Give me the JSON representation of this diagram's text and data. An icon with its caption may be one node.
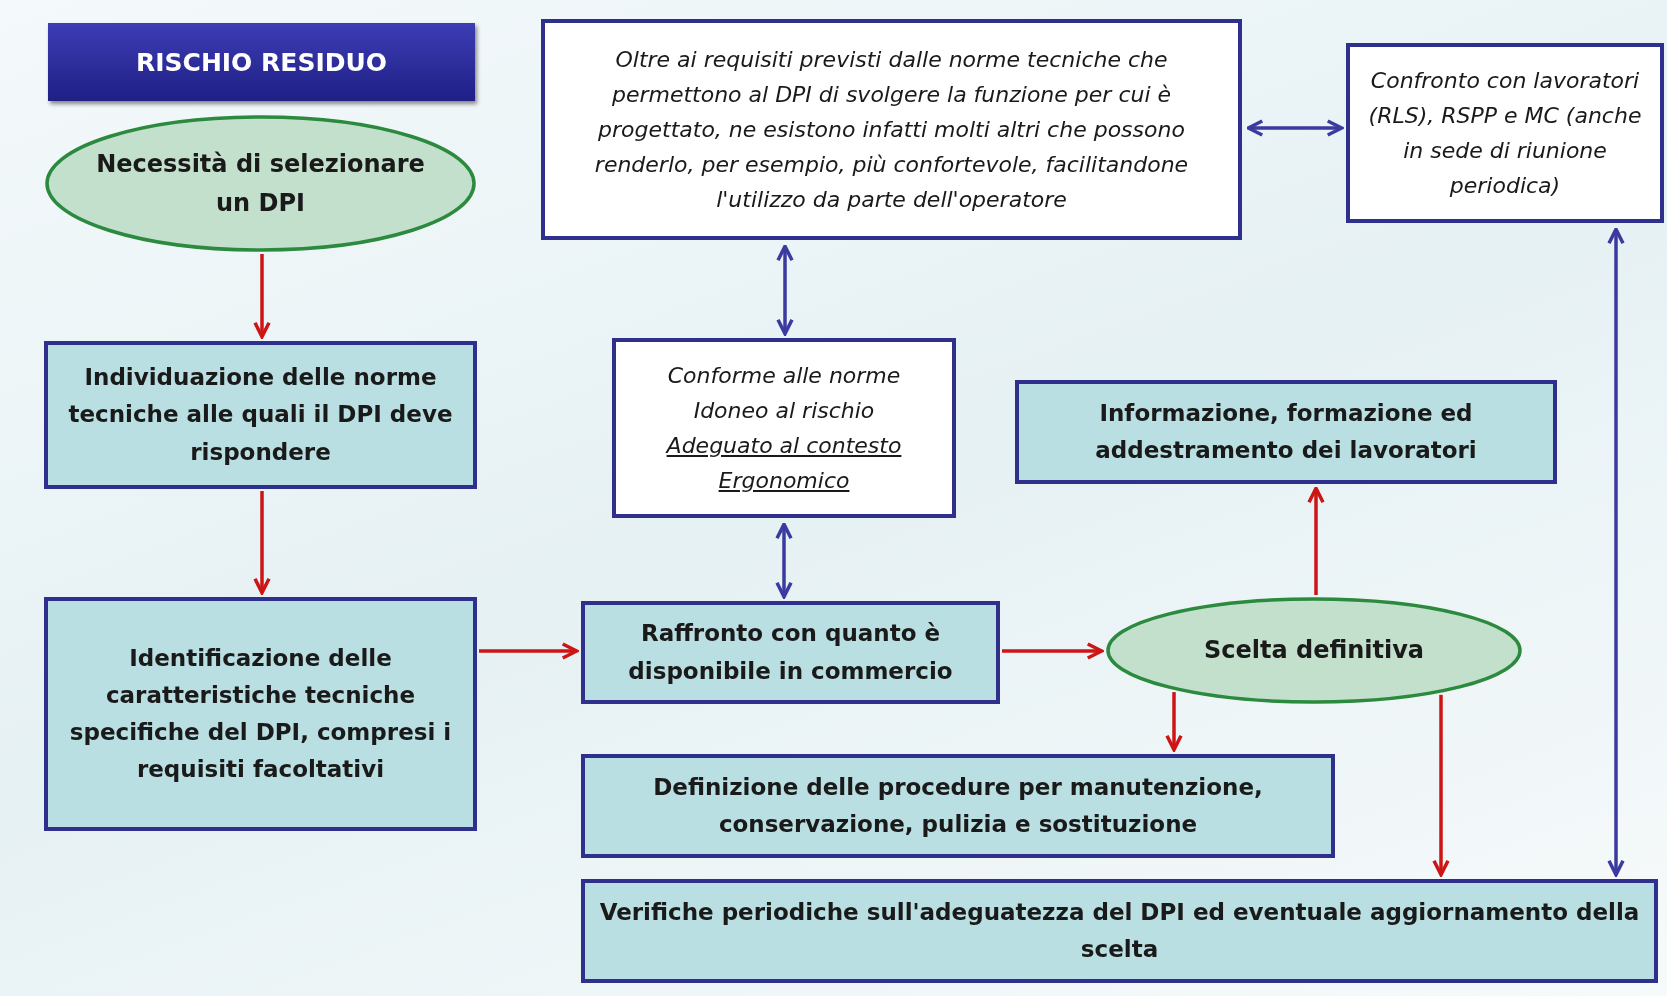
{
  "diagram": {
    "nodes": [
      {
        "text": [
          "RISCHIO RESIDUO"
        ]
      },
      {
        "text": [
          "Oltre ai requisiti previsti dalle norme tecniche che permettono al DPI di svolgere la funzione per cui è progettato, ne esistono infatti molti altri che possono renderlo, per esempio, più confortevole, facilitandone l'utilizzo da parte dell'operatore"
        ]
      },
      {
        "text": [
          "Confronto con lavoratori (RLS), RSPP e MC (anche in sede di riunione periodica)"
        ]
      },
      {
        "text": [
          "Necessità di selezionare un DPI"
        ]
      },
      {
        "text": [
          "Individuazione delle norme tecniche alle quali il DPI deve rispondere"
        ]
      },
      {
        "text": [
          "Conforme alle norme",
          "Idoneo al rischio",
          "Adeguato al contesto",
          "Ergonomico"
        ]
      },
      {
        "text": [
          "Informazione, formazione ed addestramento dei lavoratori"
        ]
      },
      {
        "text": [
          "Identificazione delle caratteristiche tecniche specifiche del DPI, compresi i requisiti facoltativi"
        ]
      },
      {
        "text": [
          "Raffronto con quanto è disponibile in commercio"
        ]
      },
      {
        "text": [
          "Scelta definitiva"
        ]
      },
      {
        "text": [
          "Definizione delle procedure per manutenzione, conservazione, pulizia e sostituzione"
        ]
      },
      {
        "text": [
          "Verifiche periodiche sull'adeguatezza del DPI ed eventuale aggiornamento della scelta"
        ]
      }
    ],
    "edges": [
      {
        "from": 3,
        "to": 4,
        "arrow": "to"
      },
      {
        "from": 4,
        "to": 7,
        "arrow": "to"
      },
      {
        "from": 7,
        "to": 8,
        "arrow": "to"
      },
      {
        "from": 8,
        "to": 9,
        "arrow": "to"
      },
      {
        "from": 9,
        "to": 6,
        "arrow": "to"
      },
      {
        "from": 9,
        "to": 10,
        "arrow": "to"
      },
      {
        "from": 9,
        "to": 11,
        "arrow": "to"
      },
      {
        "from": 1,
        "to": 2,
        "arrow": "both",
        "color": "#3a3aa0"
      },
      {
        "from": 1,
        "to": 5,
        "arrow": "both",
        "color": "#3a3aa0"
      },
      {
        "from": 5,
        "to": 8,
        "arrow": "both",
        "color": "#3a3aa0"
      },
      {
        "from": 2,
        "to": 11,
        "arrow": "both",
        "color": "#3a3aa0"
      }
    ]
  }
}
